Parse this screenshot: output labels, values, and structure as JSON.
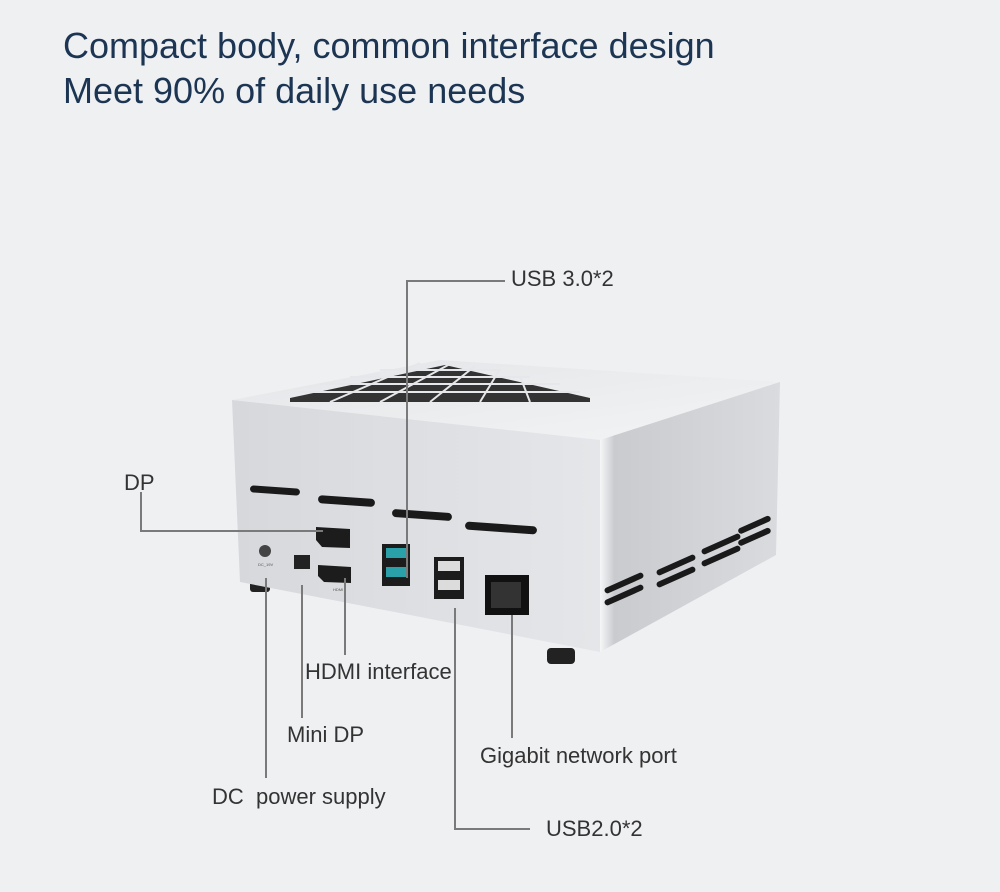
{
  "heading": {
    "line1": "Compact body, common interface design",
    "line2": "Meet 90% of daily use needs"
  },
  "callouts": {
    "usb3": "USB 3.0*2",
    "dp": "DP",
    "hdmi": "HDMI interface",
    "mini_dp": "Mini DP",
    "dc": "DC  power supply",
    "lan": "Gigabit network port",
    "usb2": "USB2.0*2"
  },
  "device_markings": {
    "dc": "DC_19V",
    "hdmi": "HDMI"
  },
  "colors": {
    "background": "#eff0f2",
    "heading": "#1c3553",
    "usb3_port": "#2aa0a8",
    "leader_line": "#7a7a7a"
  }
}
